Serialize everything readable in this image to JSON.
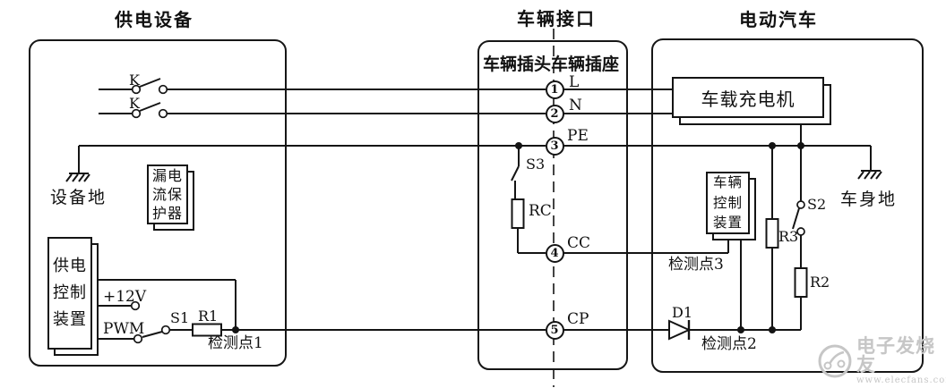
{
  "sections": {
    "supply": {
      "title": "供电设备"
    },
    "interface": {
      "title": "车辆接口",
      "header": "车辆插头车辆插座"
    },
    "ev": {
      "title": "电动汽车"
    }
  },
  "labels": {
    "k1": "K",
    "k2": "K",
    "equipment_ground": "设备地",
    "plus12v": "+12V",
    "pwm": "PWM",
    "s1": "S1",
    "r1": "R1",
    "checkpoint1": "检测点1",
    "s3": "S3",
    "rc": "RC",
    "d1": "D1",
    "checkpoint2": "检测点2",
    "checkpoint3": "检测点3",
    "s2": "S2",
    "r3": "R3",
    "r2": "R2",
    "body_ground": "车身地"
  },
  "boxes": {
    "leakage_protector": {
      "rows": [
        "漏电",
        "流保",
        "护器"
      ]
    },
    "supply_controller": {
      "rows": [
        "供电",
        "控制",
        "装置"
      ]
    },
    "charger": {
      "label": "车载充电机"
    },
    "vehicle_controller": {
      "rows": [
        "车辆",
        "控制",
        "装置"
      ]
    }
  },
  "pins": [
    {
      "num": "1",
      "label": "L"
    },
    {
      "num": "2",
      "label": "N"
    },
    {
      "num": "3",
      "label": "PE"
    },
    {
      "num": "4",
      "label": "CC"
    },
    {
      "num": "5",
      "label": "CP"
    }
  ],
  "watermark": {
    "brand": "电子发烧友",
    "site": "www.elecfans.com"
  },
  "colors": {
    "ink": "#141414",
    "watermark": "#c6c6c6",
    "background": "#ffffff"
  }
}
